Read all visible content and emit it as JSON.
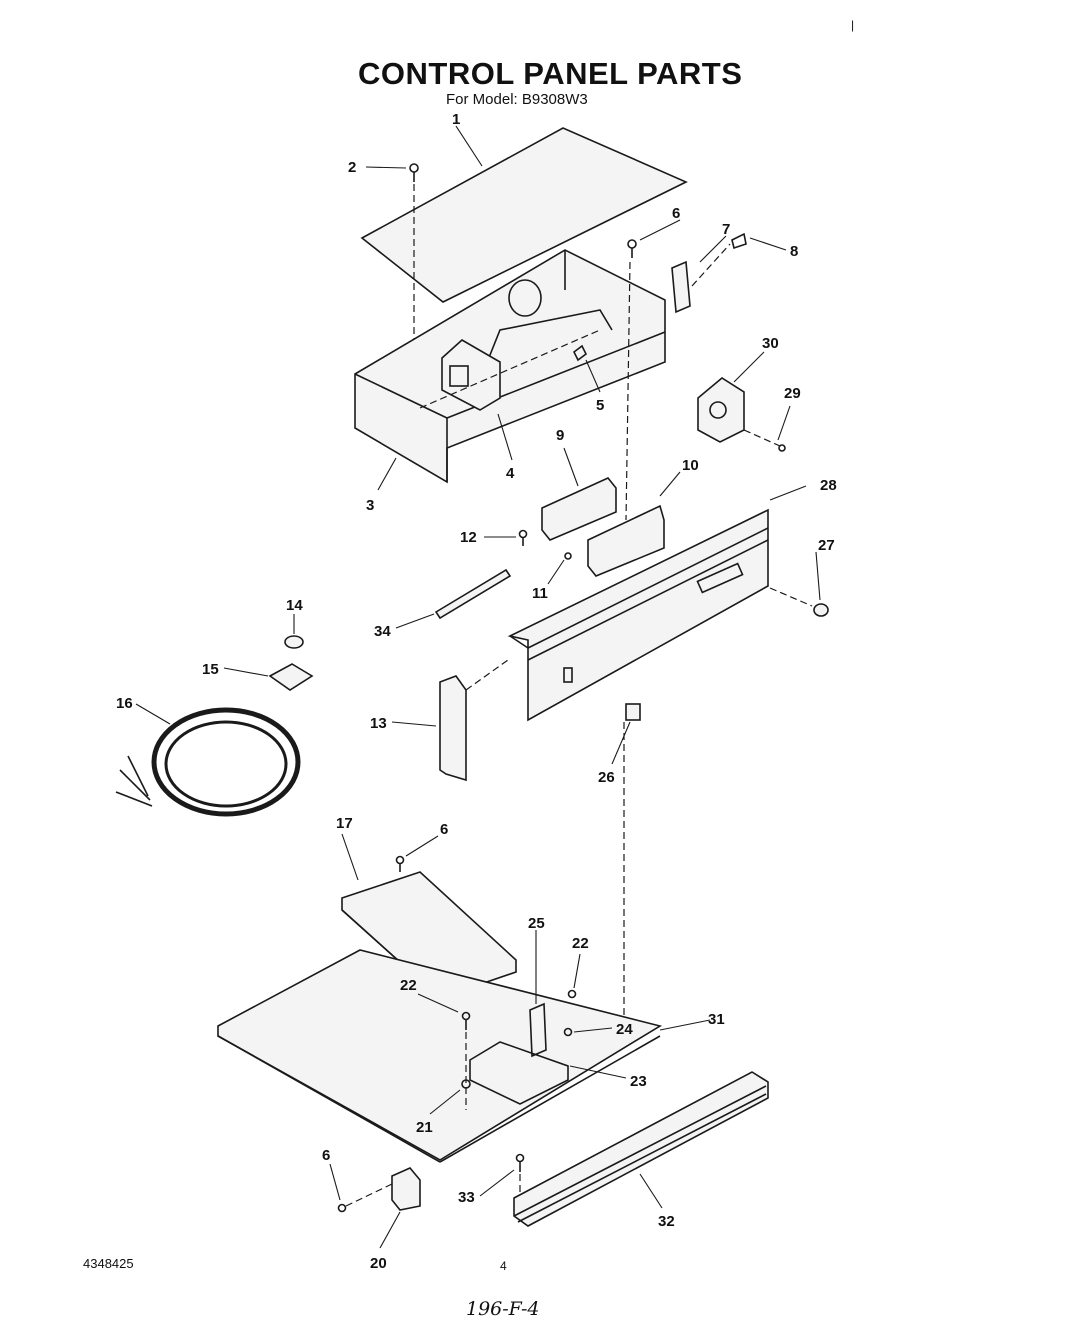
{
  "header": {
    "title": "CONTROL PANEL PARTS",
    "subtitle": "For Model: B9308W3"
  },
  "footer": {
    "doc_number": "4348425",
    "page_mark": "4",
    "handwritten": "196-F-4",
    "corner_mark": "|"
  },
  "callouts": {
    "c1": "1",
    "c2": "2",
    "c3": "3",
    "c4": "4",
    "c5": "5",
    "c6a": "6",
    "c6b": "6",
    "c6c": "6",
    "c7": "7",
    "c8": "8",
    "c9": "9",
    "c10": "10",
    "c11": "11",
    "c12": "12",
    "c13": "13",
    "c14": "14",
    "c15": "15",
    "c16": "16",
    "c17": "17",
    "c20": "20",
    "c21": "21",
    "c22a": "22",
    "c22b": "22",
    "c23": "23",
    "c24": "24",
    "c25": "25",
    "c26": "26",
    "c27": "27",
    "c28": "28",
    "c29": "29",
    "c30": "30",
    "c31": "31",
    "c32": "32",
    "c33": "33",
    "c34": "34"
  }
}
